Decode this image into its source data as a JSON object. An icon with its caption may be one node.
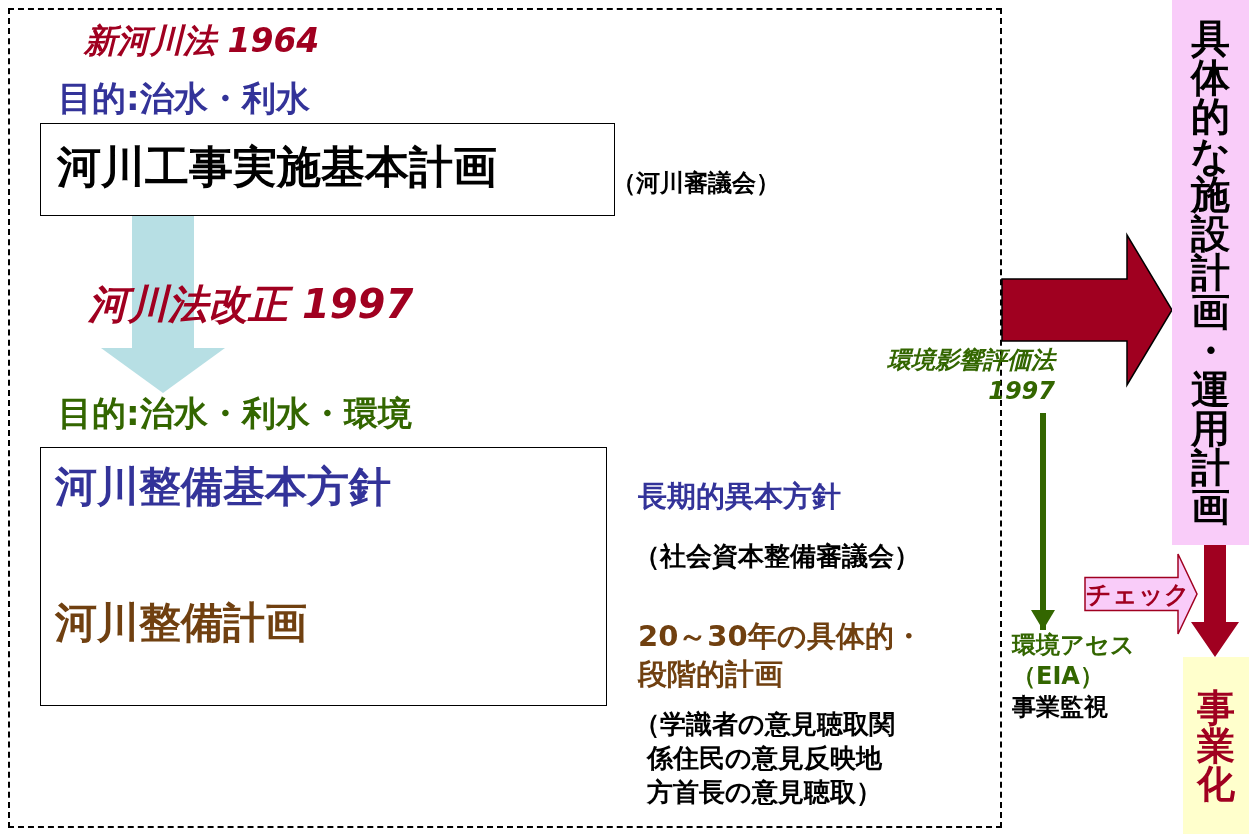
{
  "diagram": {
    "nodes": [
      {
        "text": [],
        "shape": "box"
      },
      {
        "text": [
          "目的:治水・利水",
          "河川工事実施基本計画"
        ],
        "in": 0,
        "beside": [
          "（河川審議会）"
        ]
      },
      {
        "text": [
          "目的:治水・利水・環境",
          "河川整備基本方針",
          "河川整備計画"
        ],
        "in": 0,
        "beside": [
          "長期的異本方針",
          "（社会資本整備審議会）",
          "20～30年の具体的・段階的計画",
          "（学識者の意見聴取関係住民の意見反映地方首長の意見聴取）"
        ]
      },
      {
        "text": [
          "環境影響評価法 1997"
        ]
      },
      {
        "text": [
          "環境アセス（EIA）",
          "事業監視"
        ]
      },
      {
        "text": [
          "具体的な施設計画・運用計画"
        ]
      },
      {
        "text": [
          "チェック"
        ]
      },
      {
        "text": [
          "事業化"
        ]
      }
    ],
    "edges": [
      {
        "from": 0,
        "to": 5,
        "arrow": "to",
        "style": "thick"
      },
      {
        "from": 1,
        "to": 2,
        "arrow": "to",
        "style": "thick",
        "color": "#b7dfe4",
        "label": "河川法改正 1997"
      },
      {
        "from": 3,
        "to": 4,
        "arrow": "to",
        "color": "#336600"
      },
      {
        "from": 5,
        "to": 7,
        "arrow": "to",
        "style": "thick"
      }
    ],
    "labels": [
      "新河川法 1964"
    ]
  }
}
